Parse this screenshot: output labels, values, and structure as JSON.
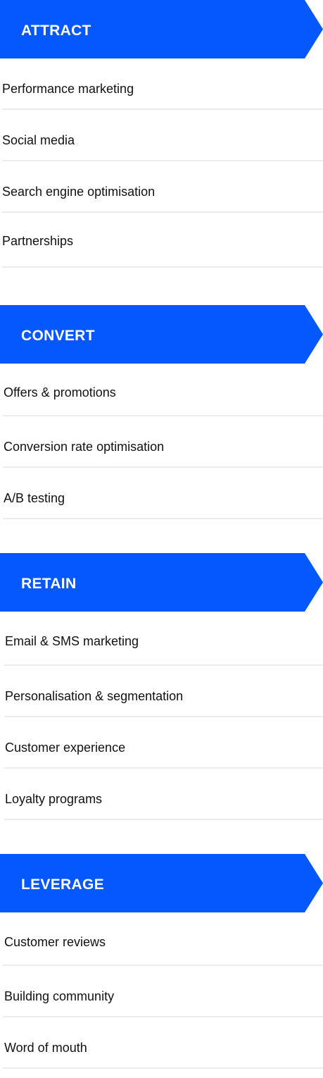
{
  "colors": {
    "banner": "#0558fd",
    "banner_text": "#ffffff",
    "divider": "#ececec",
    "item_text": "#111111"
  },
  "sections": [
    {
      "title": "ATTRACT",
      "items": [
        "Performance marketing",
        "Social media",
        "Search engine optimisation",
        "Partnerships"
      ]
    },
    {
      "title": "CONVERT",
      "items": [
        "Offers & promotions",
        "Conversion rate optimisation",
        "A/B testing"
      ]
    },
    {
      "title": "RETAIN",
      "items": [
        "Email & SMS marketing",
        "Personalisation & segmentation",
        "Customer experience",
        "Loyalty programs"
      ]
    },
    {
      "title": "LEVERAGE",
      "items": [
        "Customer reviews",
        "Building community",
        "Word of mouth"
      ]
    }
  ]
}
